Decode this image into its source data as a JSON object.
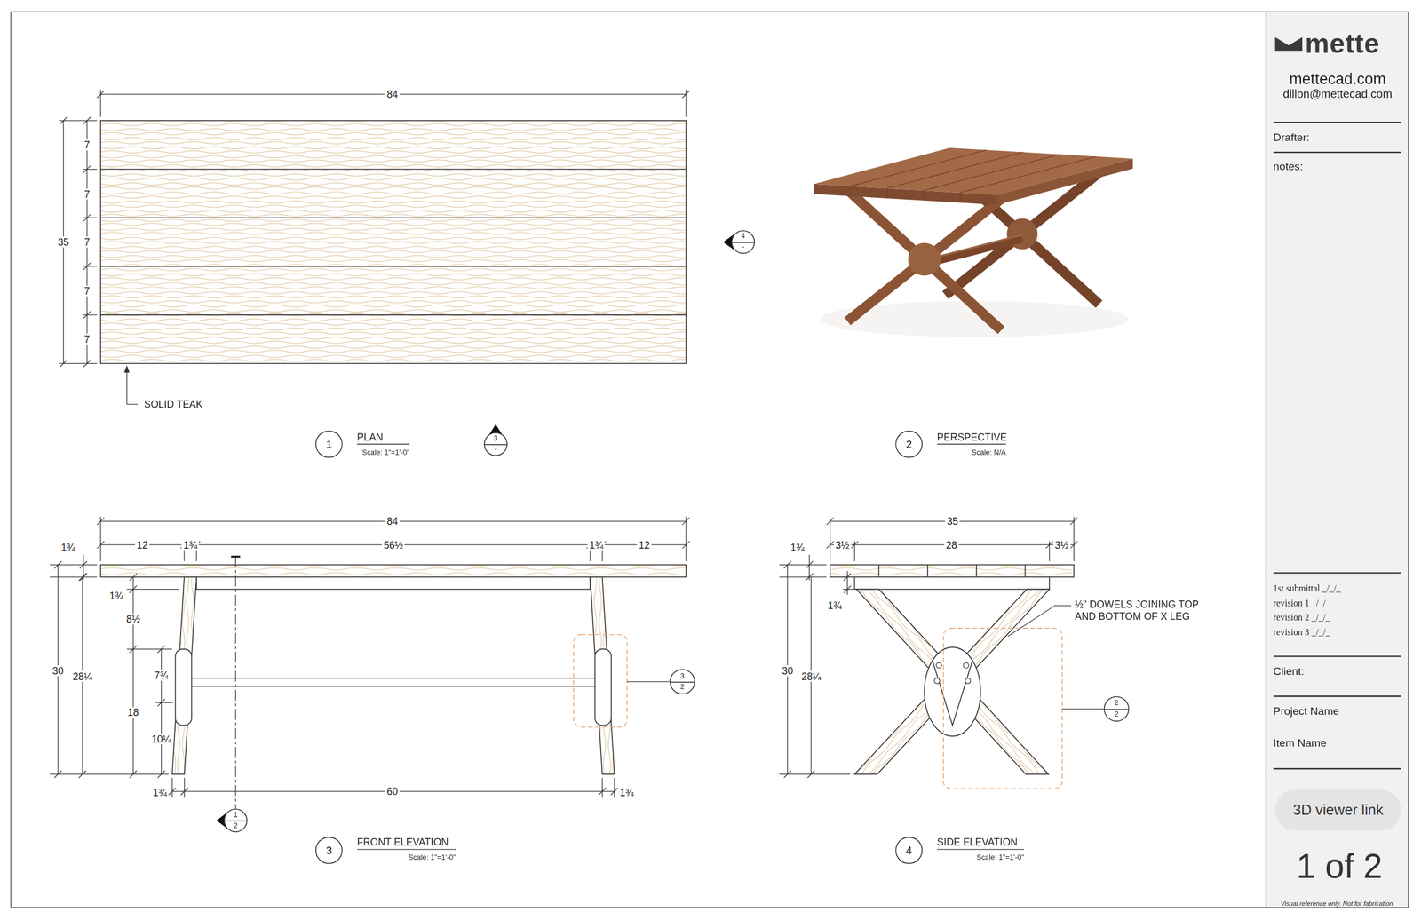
{
  "diagram": {
    "nodes": [
      {
        "text": [
          "4",
          "-"
        ]
      },
      {
        "text": [
          "1"
        ]
      },
      {
        "text": [
          "3",
          "-"
        ]
      },
      {
        "text": [
          "2"
        ]
      },
      {
        "text": [
          "3",
          "2"
        ]
      },
      {
        "text": [
          "2",
          "2"
        ]
      },
      {
        "text": [
          "3D viewer link"
        ]
      },
      {
        "text": [
          "1",
          "2"
        ]
      },
      {
        "text": [
          "3"
        ]
      },
      {
        "text": [
          "4"
        ]
      }
    ],
    "labels": [
      "84",
      "7",
      "7",
      "7",
      "7",
      "7",
      "35",
      "SOLID TEAK",
      "PLAN",
      "Scale: 1\"=1'-0\"",
      "PERSPECTIVE",
      "Scale: N/A",
      "84",
      "12",
      "1¾",
      "56½",
      "1¾",
      "12",
      "1¾",
      "30",
      "28¼",
      "1¾",
      "8½",
      "7¾",
      "18",
      "10¼",
      "1¾",
      "60",
      "1¾",
      "FRONT ELEVATION",
      "Scale: 1\"=1'-0\"",
      "35",
      "3½",
      "28",
      "3½",
      "1¾",
      "30",
      "28¼",
      "1¾",
      "½\" DOWELS JOINING TOP AND BOTTOM OF X LEG",
      "SIDE ELEVATION",
      "Scale: 1\"=1'-0\"",
      "mette",
      "mettecad.com",
      "dillon@mettecad.com",
      "Drafter:",
      "notes:",
      "1st submittal _/_/_",
      "revision 1 _/_/_",
      "revision 2 _/_/_",
      "revision 3 _/_/_",
      "Client:",
      "Project Name",
      "Item Name",
      "1 of 2",
      "Visual reference only. Not for fabrication."
    ]
  }
}
